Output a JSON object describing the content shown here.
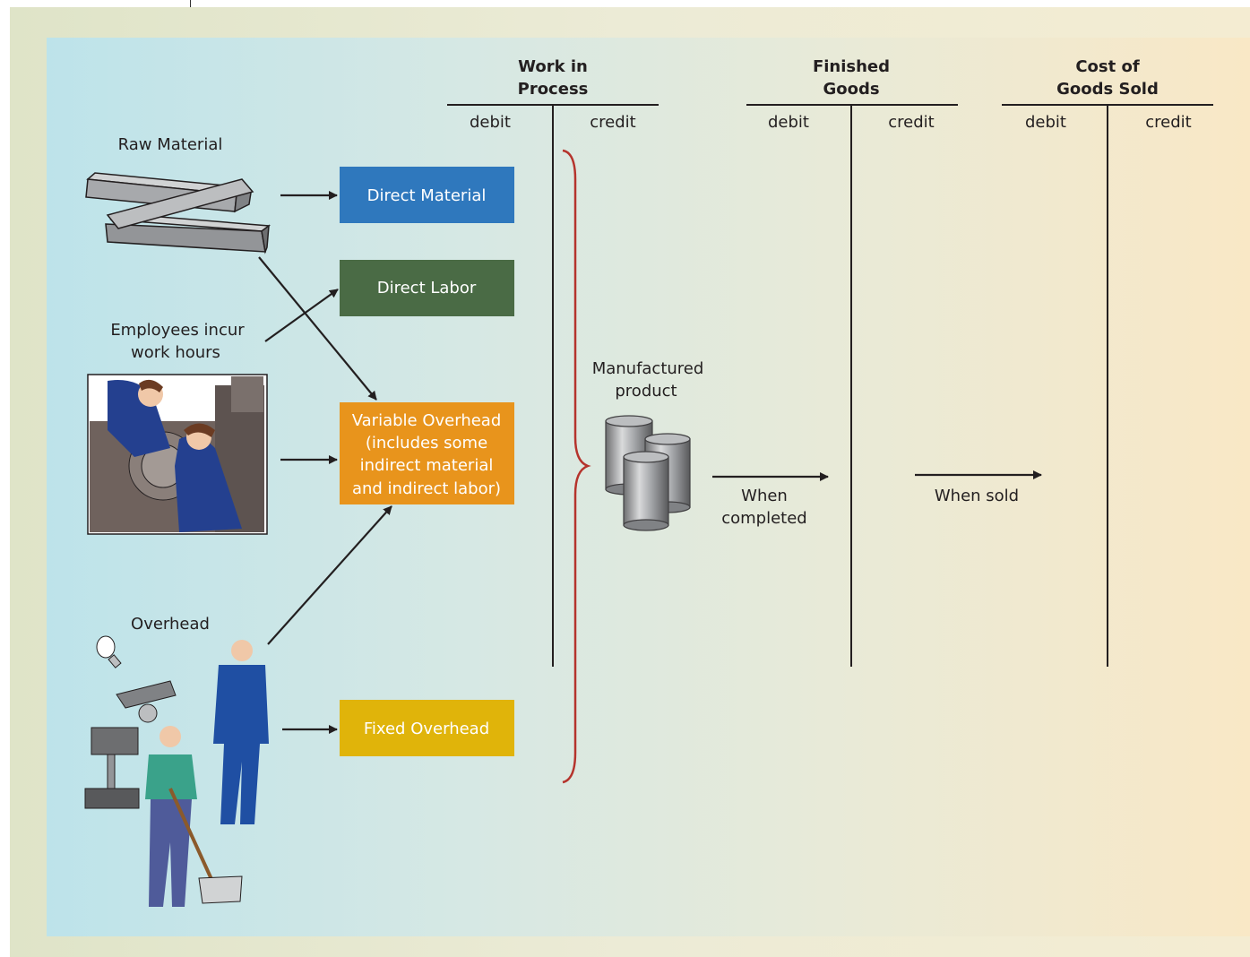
{
  "accounts": [
    {
      "title_line1": "Work in",
      "title_line2": "Process",
      "debit": "debit",
      "credit": "credit"
    },
    {
      "title_line1": "Finished",
      "title_line2": "Goods",
      "debit": "debit",
      "credit": "credit"
    },
    {
      "title_line1": "Cost of",
      "title_line2": "Goods Sold",
      "debit": "debit",
      "credit": "credit"
    }
  ],
  "sources": {
    "raw_material": "Raw Material",
    "employees_line1": "Employees incur",
    "employees_line2": "work hours",
    "overhead": "Overhead"
  },
  "cost_boxes": {
    "direct_material": {
      "label": "Direct Material",
      "color": "#2f78bd"
    },
    "direct_labor": {
      "label": "Direct Labor",
      "color": "#4a6b45"
    },
    "variable_overhead": {
      "lines": [
        "Variable Overhead",
        "(includes some",
        "indirect material",
        "and indirect labor)"
      ],
      "color": "#e8941c"
    },
    "fixed_overhead": {
      "label": "Fixed Overhead",
      "color": "#e0b40a"
    }
  },
  "product": {
    "line1": "Manufactured",
    "line2": "product"
  },
  "flows": {
    "completed_line1": "When",
    "completed_line2": "completed",
    "sold": "When sold"
  },
  "colors": {
    "brace": "#b5332c",
    "arrow": "#231f20"
  }
}
